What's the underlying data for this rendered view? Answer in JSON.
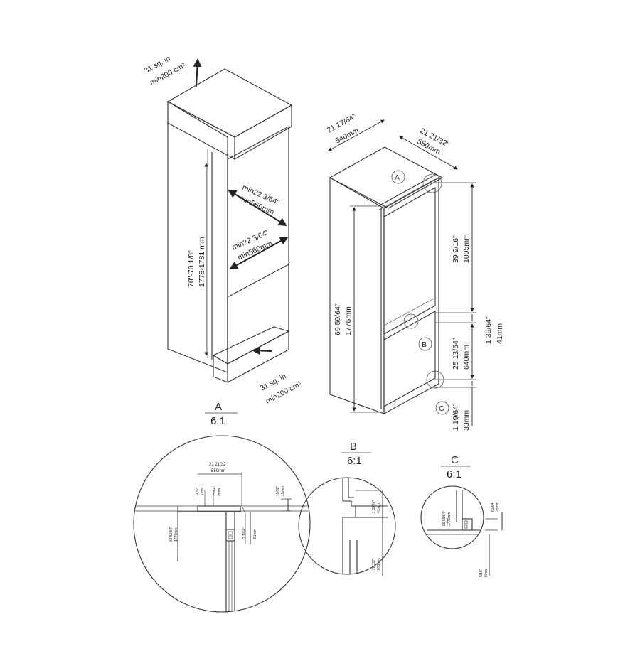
{
  "cabinet": {
    "vent_top_line1": "31 sq. in",
    "vent_top_line2": "min200 cm²",
    "vent_bottom_line1": "31 sq. in",
    "vent_bottom_line2": "min200 cm²",
    "width1_line1": "min22 3/64\"",
    "width1_line2": "min560mm",
    "width2_line1": "min22 3/64\"",
    "width2_line2": "min560mm",
    "height_line1": "70\"-70 1/8\"",
    "height_line2": "1778-1781 mm"
  },
  "appliance": {
    "depth_line1": "21 17/64\"",
    "depth_line2": "540mm",
    "width_line1": "21 21/32\"",
    "width_line2": "550mm",
    "upper_line1": "39 9/16\"",
    "upper_line2": "1005mm",
    "gap_line1": "1 39/64\"",
    "gap_line2": "41mm",
    "lower_line1": "25 13/64\"",
    "lower_line2": "640mm",
    "bottom_line1": "1 19/64\"",
    "bottom_line2": "33mm",
    "total_line1": "69 59/64\"",
    "total_line2": "1776mm",
    "marker_a": "A",
    "marker_b": "B",
    "marker_c": "C"
  },
  "detail_a": {
    "title": "A",
    "scale": "6:1",
    "width_line1": "21 21/32\"",
    "width_line2": "550mm",
    "d1_line1": "9/32\"",
    "d1_line2": "7mm",
    "d2_line1": "23/64\"",
    "d2_line2": "9mm",
    "d3_line1": "19/32\"",
    "d3_line2": "15mm",
    "d4_line1": "69 59/64\"",
    "d4_line2": "1776mm",
    "d5_line1": "2 1/64\"",
    "d5_line2": "51mm"
  },
  "detail_b": {
    "title": "B",
    "scale": "6:1",
    "d1_line1": "1 39/64\"",
    "d1_line2": "41mm",
    "d2_line1": "26 1/2\"",
    "d2_line2": "673mm"
  },
  "detail_c": {
    "title": "C",
    "scale": "6:1",
    "d1_line1": "69 59/64\"",
    "d1_line2": "1776mm",
    "d2_line1": "63/64\"",
    "d2_line2": "25mm",
    "d3_line1": "5/16\"",
    "d3_line2": "8mm"
  }
}
